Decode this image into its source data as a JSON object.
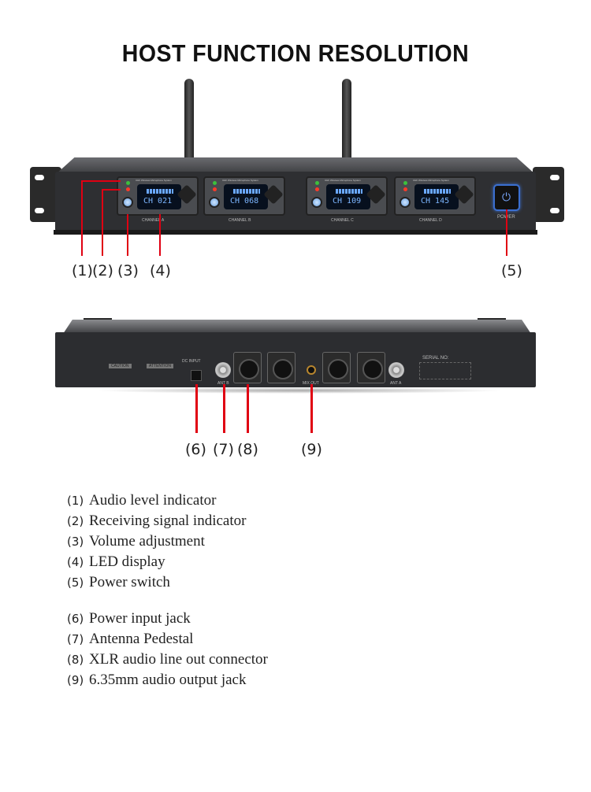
{
  "title": "HOST FUNCTION RESOLUTION",
  "front": {
    "modules": [
      {
        "channel": "CH 021",
        "name": "UHF Wireless Microphone System",
        "label": "CHANNEL A"
      },
      {
        "channel": "CH 068",
        "name": "UHF Wireless Microphone System",
        "label": "CHANNEL B"
      },
      {
        "channel": "CH 109",
        "name": "UHF Wireless Microphone System",
        "label": "CHANNEL C"
      },
      {
        "channel": "CH 145",
        "name": "UHF Wireless Microphone System",
        "label": "CHANNEL D"
      }
    ],
    "power_label": "POWER",
    "callouts": [
      "(1)",
      "(2)",
      "(3)",
      "(4)",
      "(5)"
    ]
  },
  "rear": {
    "dc_input": "DC INPUT",
    "ant_b": "ANT B",
    "ant_a": "ANT A",
    "mix_out": "MIX OUT",
    "serial": "SERIAL NO:",
    "caution": "CAUTION",
    "attention": "ATTENTION",
    "callouts": [
      "(6)",
      "(7)",
      "(8)",
      "(9)"
    ]
  },
  "legend": {
    "group1": [
      {
        "num": "(1)",
        "text": "Audio level indicator"
      },
      {
        "num": "(2)",
        "text": "Receiving signal indicator"
      },
      {
        "num": "(3)",
        "text": "Volume adjustment"
      },
      {
        "num": "(4)",
        "text": "LED display"
      },
      {
        "num": "(5)",
        "text": "Power switch"
      }
    ],
    "group2": [
      {
        "num": "(6)",
        "text": "Power input jack"
      },
      {
        "num": "(7)",
        "text": "Antenna Pedestal"
      },
      {
        "num": "(8)",
        "text": "XLR audio line out connector"
      },
      {
        "num": "(9)",
        "text": "6.35mm audio output jack"
      }
    ]
  },
  "colors": {
    "callout_line": "#e00012",
    "lcd_text": "#7cb6ff",
    "body": "#2e2f32"
  }
}
